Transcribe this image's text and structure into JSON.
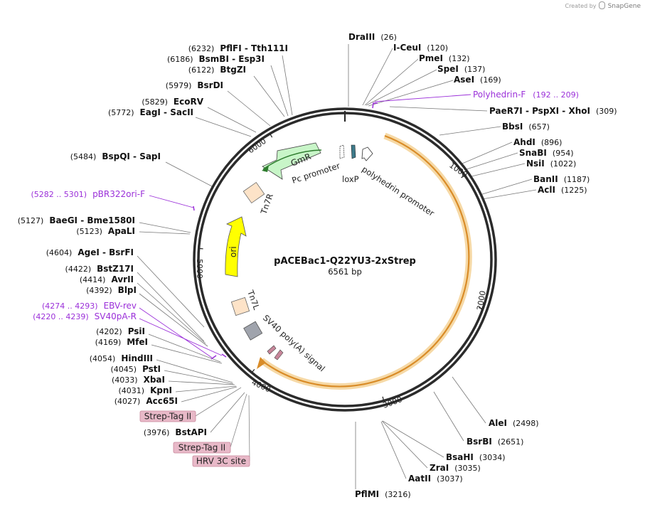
{
  "credit": {
    "prefix": "Created by",
    "brand": "SnapGene"
  },
  "plasmid": {
    "name": "pACEBac1-Q22YU3-2xStrep",
    "length_label": "6561 bp",
    "total_bp": 6561
  },
  "colors": {
    "feature_label_purple": "#9b30d9",
    "strep_box": "#e8b9c8",
    "strep_box_border": "#c7869a",
    "orf_orange": "#d98c28",
    "orf_halo": "#f6d9a6",
    "gmr_green": "#c8f5c8",
    "ori_yellow": "#ffff00",
    "tn7_fill": "#fde3c8",
    "sv40_gray": "#a0a4ad"
  },
  "tick_labels": [
    "1000",
    "2000",
    "3000",
    "4000",
    "5000",
    "6000"
  ],
  "site_labels": [
    {
      "id": "drai",
      "pos": "(26)",
      "name": "DraIII"
    },
    {
      "id": "iceu",
      "name": "I-CeuI",
      "pos": "(120)"
    },
    {
      "id": "pmei",
      "name": "PmeI",
      "pos": "(132)"
    },
    {
      "id": "spei",
      "name": "SpeI",
      "pos": "(137)"
    },
    {
      "id": "asei",
      "name": "AseI",
      "pos": "(169)"
    },
    {
      "id": "paer",
      "name": "PaeR7I  -  PspXI  -  XhoI",
      "pos": "(309)"
    },
    {
      "id": "bbsi",
      "name": "BbsI",
      "pos": "(657)"
    },
    {
      "id": "ahdi",
      "name": "AhdI",
      "pos": "(896)"
    },
    {
      "id": "snab",
      "name": "SnaBI",
      "pos": "(954)"
    },
    {
      "id": "nsii",
      "name": "NsiI",
      "pos": "(1022)"
    },
    {
      "id": "banii",
      "name": "BanII",
      "pos": "(1187)"
    },
    {
      "id": "acli",
      "name": "AclI",
      "pos": "(1225)"
    },
    {
      "id": "alei",
      "name": "AleI",
      "pos": "(2498)"
    },
    {
      "id": "bsrb",
      "name": "BsrBI",
      "pos": "(2651)"
    },
    {
      "id": "bsah",
      "name": "BsaHI",
      "pos": "(3034)"
    },
    {
      "id": "zrai",
      "name": "ZraI",
      "pos": "(3035)"
    },
    {
      "id": "aatii",
      "name": "AatII",
      "pos": "(3037)"
    },
    {
      "id": "pflm",
      "name": "PflMI",
      "pos": "(3216)"
    },
    {
      "id": "pflf",
      "pos": "(6232)",
      "name": "PflFI  -  Tth111I"
    },
    {
      "id": "bsmb",
      "pos": "(6186)",
      "name": "BsmBI  -  Esp3I"
    },
    {
      "id": "btgz",
      "pos": "(6122)",
      "name": "BtgZI"
    },
    {
      "id": "bsrd",
      "pos": "(5979)",
      "name": "BsrDI"
    },
    {
      "id": "ecorv",
      "pos": "(5829)",
      "name": "EcoRV"
    },
    {
      "id": "eagi",
      "pos": "(5772)",
      "name": "EagI  -  SacII"
    },
    {
      "id": "bspq",
      "pos": "(5484)",
      "name": "BspQI  -  SapI"
    },
    {
      "id": "baeg",
      "pos": "(5127)",
      "name": "BaeGI  -  Bme1580I"
    },
    {
      "id": "apal",
      "pos": "(5123)",
      "name": "ApaLI"
    },
    {
      "id": "agei",
      "pos": "(4604)",
      "name": "AgeI  -  BsrFI"
    },
    {
      "id": "bstz",
      "pos": "(4422)",
      "name": "BstZ17I"
    },
    {
      "id": "avrii",
      "pos": "(4414)",
      "name": "AvrII"
    },
    {
      "id": "blpi",
      "pos": "(4392)",
      "name": "BlpI"
    },
    {
      "id": "psii",
      "pos": "(4202)",
      "name": "PsiI"
    },
    {
      "id": "mfei",
      "pos": "(4169)",
      "name": "MfeI"
    },
    {
      "id": "hind",
      "pos": "(4054)",
      "name": "HindIII"
    },
    {
      "id": "psti",
      "pos": "(4045)",
      "name": "PstI"
    },
    {
      "id": "xbai",
      "pos": "(4033)",
      "name": "XbaI"
    },
    {
      "id": "kpni",
      "pos": "(4031)",
      "name": "KpnI"
    },
    {
      "id": "acc65",
      "pos": "(4027)",
      "name": "Acc65I"
    },
    {
      "id": "bstapi",
      "pos": "(3976)",
      "name": "BstAPI"
    }
  ],
  "primer_labels": [
    {
      "id": "polyf",
      "name": "Polyhedrin-F",
      "pos": "(192 .. 209)"
    },
    {
      "id": "pbr",
      "name": "pBR322ori-F",
      "pos": "(5282 .. 5301)"
    },
    {
      "id": "ebv",
      "name": "EBV-rev",
      "pos": "(4274 .. 4293)"
    },
    {
      "id": "sv40r",
      "name": "SV40pA-R",
      "pos": "(4220 .. 4239)"
    }
  ],
  "box_labels": [
    {
      "id": "strep1",
      "text": "Strep-Tag II"
    },
    {
      "id": "strep2",
      "text": "Strep-Tag II"
    },
    {
      "id": "hrv",
      "text": "HRV 3C site"
    }
  ],
  "feature_labels": [
    {
      "id": "gmr",
      "text": "GmR"
    },
    {
      "id": "pcprom",
      "text": "Pc promoter"
    },
    {
      "id": "loxp",
      "text": "loxP"
    },
    {
      "id": "polyprom",
      "text": "polyhedrin promoter"
    },
    {
      "id": "tn7r",
      "text": "Tn7R"
    },
    {
      "id": "ori",
      "text": "ori"
    },
    {
      "id": "tn7l",
      "text": "Tn7L"
    },
    {
      "id": "sv40",
      "text": "SV40 poly(A) signal"
    }
  ]
}
